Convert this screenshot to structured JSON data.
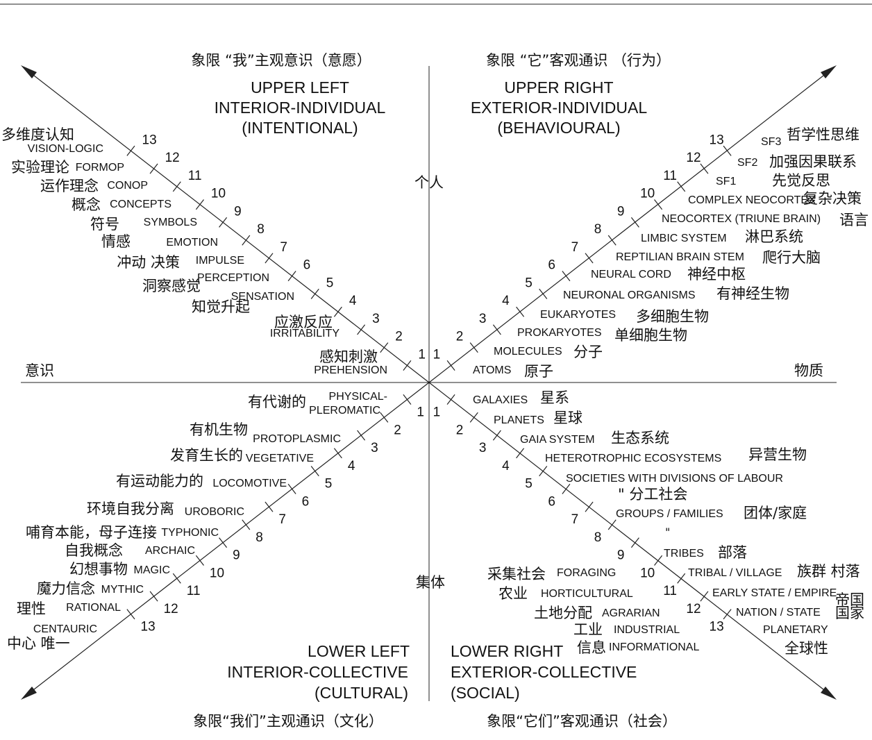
{
  "quadrants": {
    "ul": {
      "zh": "象限 “我”主观意识（意愿）",
      "title": [
        "UPPER LEFT",
        "INTERIOR-INDIVIDUAL",
        "(INTENTIONAL)"
      ]
    },
    "ur": {
      "zh": "象限 “它”客观通识 （行为）",
      "title": [
        "UPPER RIGHT",
        "EXTERIOR-INDIVIDUAL",
        "(BEHAVIOURAL)"
      ]
    },
    "ll": {
      "zh": "象限“我们”主观通识（文化）",
      "title": [
        "LOWER LEFT",
        "INTERIOR-COLLECTIVE",
        "(CULTURAL)"
      ]
    },
    "lr": {
      "zh": "象限“它们”客观通识（社会）",
      "title": [
        "LOWER RIGHT",
        "EXTERIOR-COLLECTIVE",
        "(SOCIAL)"
      ]
    }
  },
  "axes": {
    "individual": "个人",
    "collective": "集体",
    "consciousness": "意识",
    "matter": "物质"
  },
  "upper_left_levels": [
    {
      "num": "1",
      "en": "PREHENSION",
      "zh": "感知刺激"
    },
    {
      "num": "2",
      "en": "IRRITABILITY",
      "zh": "应激反应"
    },
    {
      "num": "3",
      "en": "SENSATION",
      "zh": "知觉升起"
    },
    {
      "num": "4",
      "en": "PERCEPTION",
      "zh": "洞察感觉"
    },
    {
      "num": "5",
      "en": "IMPULSE",
      "zh": "冲动 决策"
    },
    {
      "num": "6",
      "en": "EMOTION",
      "zh": "情感"
    },
    {
      "num": "7",
      "en": "SYMBOLS",
      "zh": "符号"
    },
    {
      "num": "8",
      "en": "CONCEPTS",
      "zh": "概念"
    },
    {
      "num": "9",
      "en": "CONOP",
      "zh": "运作理念"
    },
    {
      "num": "10",
      "en": "FORMOP",
      "zh": "实验理论"
    },
    {
      "num": "11",
      "en": "VISION-LOGIC",
      "zh": "多维度认知"
    },
    {
      "num": "12",
      "en": "",
      "zh": ""
    },
    {
      "num": "13",
      "en": "",
      "zh": ""
    }
  ],
  "upper_right_levels": [
    {
      "num": "1",
      "en": "ATOMS",
      "zh": "原子"
    },
    {
      "num": "2",
      "en": "MOLECULES",
      "zh": "分子"
    },
    {
      "num": "3",
      "en": "PROKARYOTES",
      "zh": "单细胞生物"
    },
    {
      "num": "4",
      "en": "EUKARYOTES",
      "zh": "多细胞生物"
    },
    {
      "num": "5",
      "en": "NEURONAL ORGANISMS",
      "zh": "有神经生物"
    },
    {
      "num": "6",
      "en": "NEURAL CORD",
      "zh": "神经中枢"
    },
    {
      "num": "7",
      "en": "REPTILIAN BRAIN STEM",
      "zh": "爬行大脑"
    },
    {
      "num": "8",
      "en": "LIMBIC SYSTEM",
      "zh": "淋巴系统"
    },
    {
      "num": "9",
      "en": "NEOCORTEX (TRIUNE BRAIN)",
      "zh": "语言"
    },
    {
      "num": "10",
      "en": "COMPLEX NEOCORTEX",
      "zh": "复杂决策"
    },
    {
      "num": "11",
      "en": "SF1",
      "zh": "先觉反思"
    },
    {
      "num": "12",
      "en": "SF2",
      "zh": "加强因果联系"
    },
    {
      "num": "13",
      "en": "SF3",
      "zh": "哲学性思维"
    }
  ],
  "lower_left_levels": [
    {
      "num": "1",
      "en": "PHYSICAL-\nPLEROMATIC",
      "zh": "有代谢的"
    },
    {
      "num": "2",
      "en": "PROTOPLASMIC",
      "zh": "有机生物"
    },
    {
      "num": "3",
      "en": "VEGETATIVE",
      "zh": "发育生长的"
    },
    {
      "num": "4",
      "en": "LOCOMOTIVE",
      "zh": "有运动能力的"
    },
    {
      "num": "5",
      "en": "UROBORIC",
      "zh": "环境自我分离"
    },
    {
      "num": "6",
      "en": "TYPHONIC",
      "zh": "哺育本能，母子连接"
    },
    {
      "num": "7",
      "en": "ARCHAIC",
      "zh": "自我概念"
    },
    {
      "num": "8",
      "en": "MAGIC",
      "zh": "幻想事物"
    },
    {
      "num": "9",
      "en": "MYTHIC",
      "zh": "魔力信念"
    },
    {
      "num": "10",
      "en": "RATIONAL",
      "zh": "理性"
    },
    {
      "num": "11",
      "en": "CENTAURIC",
      "zh": "中心 唯一"
    },
    {
      "num": "12",
      "en": "",
      "zh": ""
    },
    {
      "num": "13",
      "en": "",
      "zh": ""
    }
  ],
  "lower_right_levels": [
    {
      "num": "1",
      "en": "GALAXIES",
      "zh": "星系"
    },
    {
      "num": "2",
      "en": "PLANETS",
      "zh": "星球"
    },
    {
      "num": "3",
      "en": "GAIA SYSTEM",
      "zh": "生态系统"
    },
    {
      "num": "4",
      "en": "HETEROTROPHIC ECOSYSTEMS",
      "zh": "异营生物"
    },
    {
      "num": "5",
      "en": "SOCIETIES WITH DIVISIONS OF LABOUR",
      "zh": "\"  分工社会"
    },
    {
      "num": "6",
      "en": "GROUPS / FAMILIES",
      "zh": "团体/家庭"
    },
    {
      "num": "7",
      "en": "",
      "zh": "\""
    },
    {
      "num": "8",
      "en": "TRIBES",
      "zh": "部落"
    },
    {
      "num": "9",
      "en": "TRIBAL / VILLAGE",
      "zh": "族群 村落"
    },
    {
      "num": "10",
      "en": "EARLY STATE / EMPIRE",
      "zh": "帝国"
    },
    {
      "num": "11",
      "en": "NATION / STATE",
      "zh": "国家"
    },
    {
      "num": "12",
      "en": "PLANETARY",
      "zh": "全球性"
    },
    {
      "num": "13",
      "en": "",
      "zh": ""
    }
  ],
  "lower_right_social_forms": [
    {
      "en": "FORAGING",
      "zh": "采集社会"
    },
    {
      "en": "HORTICULTURAL",
      "zh": "农业"
    },
    {
      "en": "AGRARIAN",
      "zh": "土地分配"
    },
    {
      "en": "INDUSTRIAL",
      "zh": "工业"
    },
    {
      "en": "INFORMATIONAL",
      "zh": "信息"
    }
  ]
}
